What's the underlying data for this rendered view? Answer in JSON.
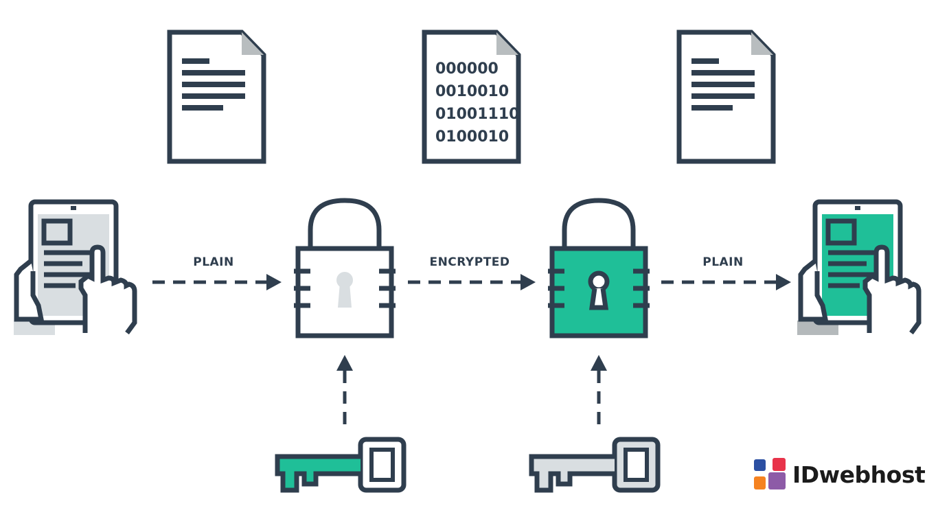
{
  "diagram": {
    "labels": {
      "plain_left": "PLAIN",
      "encrypted": "ENCRYPTED",
      "plain_right": "PLAIN"
    },
    "binary_lines": [
      "000000",
      "0010010",
      "01001110",
      "0100010"
    ],
    "brand": "IDwebhost"
  },
  "colors": {
    "stroke": "#2f3e4e",
    "accent": "#1fbf98",
    "light_gray": "#d9dee1",
    "mid_gray": "#b4b9bb",
    "brand_red": "#e8334a",
    "brand_orange": "#f58220",
    "brand_blue": "#2b4fa2",
    "brand_purple": "#8d5ba7"
  }
}
